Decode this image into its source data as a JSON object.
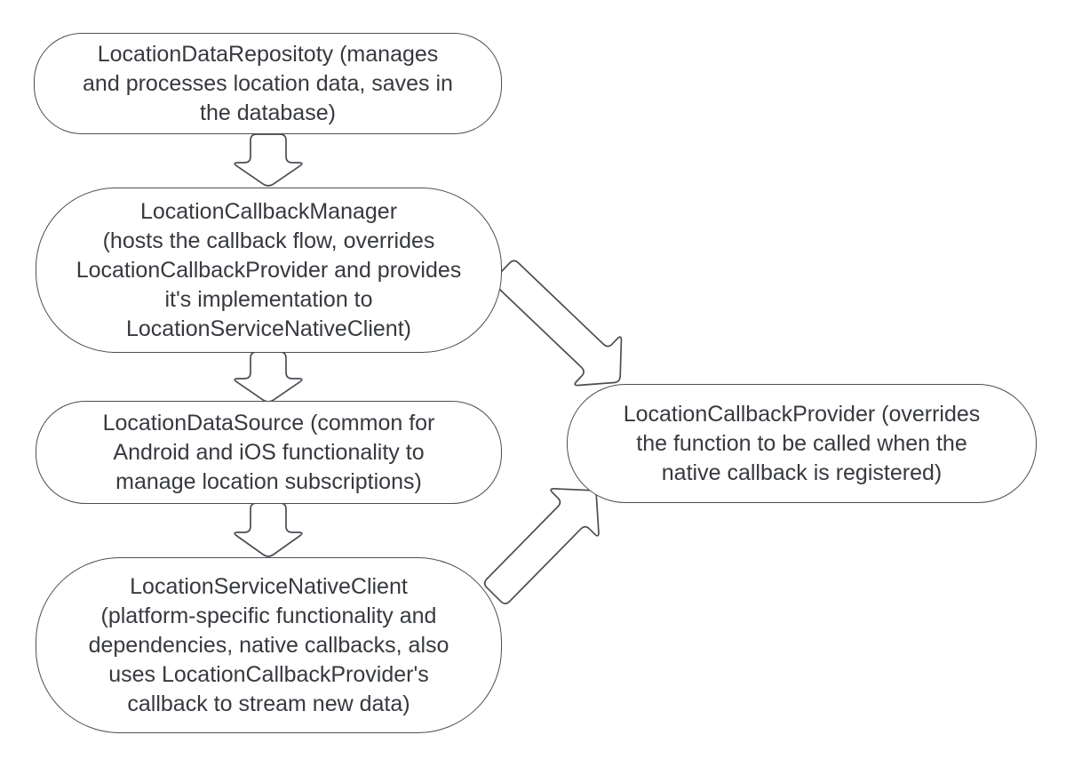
{
  "diagram": {
    "colors": {
      "background": "#ffffff",
      "node_fill": "#ffffff",
      "stroke": "#4a4e54",
      "text": "#36393e"
    },
    "nodes": {
      "repo": {
        "id": "location-data-repository",
        "lines": [
          "LocationDataRepositoty (manages",
          "and processes location data, saves in",
          "the database)"
        ]
      },
      "mgr": {
        "id": "location-callback-manager",
        "lines": [
          "LocationCallbackManager",
          "(hosts the callback flow, overrides",
          "LocationCallbackProvider and provides",
          "it's implementation to",
          "LocationServiceNativeClient)"
        ]
      },
      "src": {
        "id": "location-data-source",
        "lines": [
          "LocationDataSource (common for",
          "Android and iOS functionality to",
          "manage location subscriptions)"
        ]
      },
      "native": {
        "id": "location-service-native-client",
        "lines": [
          "LocationServiceNativeClient",
          "(platform-specific functionality and",
          "dependencies, native callbacks, also",
          "uses LocationCallbackProvider's",
          "callback to stream new data)"
        ]
      },
      "prov": {
        "id": "location-callback-provider",
        "lines": [
          "LocationCallbackProvider (overrides",
          "the function to be called when the",
          "native callback is registered)"
        ]
      }
    },
    "connections": [
      {
        "id": "repo-to-mgr",
        "from": "location-data-repository",
        "to": "location-callback-manager"
      },
      {
        "id": "mgr-to-src",
        "from": "location-callback-manager",
        "to": "location-data-source"
      },
      {
        "id": "src-to-native",
        "from": "location-data-source",
        "to": "location-service-native-client"
      },
      {
        "id": "mgr-to-prov",
        "from": "location-callback-manager",
        "to": "location-callback-provider"
      },
      {
        "id": "native-to-prov",
        "from": "location-service-native-client",
        "to": "location-callback-provider"
      }
    ]
  }
}
